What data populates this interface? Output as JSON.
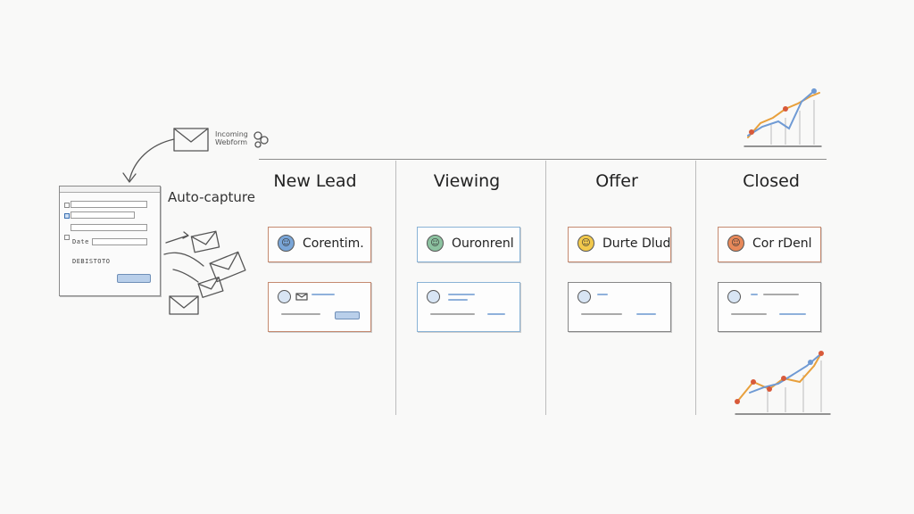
{
  "inbox": {
    "note_lines": [
      "Incoming",
      "Webform"
    ]
  },
  "form": {
    "button_text": "DEBISTOTO",
    "field_label": "Date"
  },
  "capture": {
    "label": "Auto-capture"
  },
  "board": {
    "columns": [
      {
        "title": "New Lead",
        "card_name": "Corentim.",
        "accent": "#e08a5a",
        "avatar_color": "#7aa6d8",
        "chip": "#7aa6d8"
      },
      {
        "title": "Viewing",
        "card_name": "Ouronrenl",
        "accent": "#7aa6d8",
        "avatar_color": "#8cc2a0",
        "chip": "#7aa6d8"
      },
      {
        "title": "Offer",
        "card_name": "Durte Dlud",
        "accent": "#e08a5a",
        "avatar_color": "#f2c94c",
        "chip": "#7aa6d8"
      },
      {
        "title": "Closed",
        "card_name": "Cor rDenl",
        "accent": "#e08a5a",
        "avatar_color": "#e8895a",
        "chip": "#7aa6d8"
      }
    ]
  },
  "colors": {
    "accent_blue": "#7aa6d8",
    "accent_orange": "#e08a5a",
    "accent_yellow": "#f2c94c",
    "ink": "#2b2b2b"
  },
  "icons": [
    "envelope-icon",
    "arrow-icon",
    "trend-chart-icon",
    "avatar-icon"
  ]
}
